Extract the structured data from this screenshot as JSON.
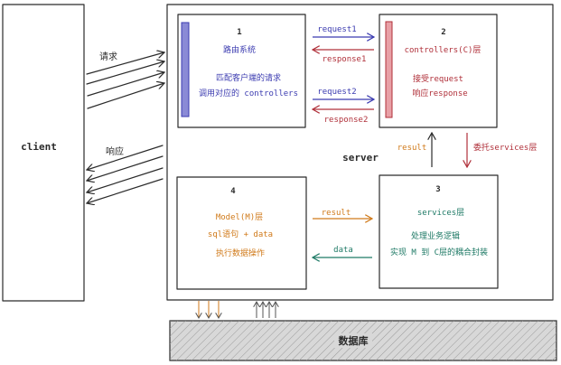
{
  "client": {
    "label": "client"
  },
  "server": {
    "label": "server"
  },
  "database": {
    "label": "数据库"
  },
  "edges": {
    "request_label": "请求",
    "response_label": "响应",
    "request1": "request1",
    "response1": "response1",
    "request2": "request2",
    "response2": "response2",
    "result_up": "result",
    "delegate": "委托services层",
    "result_right": "result",
    "data_left": "data"
  },
  "box1": {
    "number": "1",
    "title": "路由系统",
    "line1": "匹配客户端的请求",
    "line2": "调用对应的 controllers"
  },
  "box2": {
    "number": "2",
    "title": "controllers(C)层",
    "line1": "接受request",
    "line2": "响应response"
  },
  "box3": {
    "number": "3",
    "title": "services层",
    "line1": "处理业务逻辑",
    "line2": "实现 M 到 C层的耦合封装"
  },
  "box4": {
    "number": "4",
    "title": "Model(M)层",
    "line1": "sql语句 + data",
    "line2": "执行数据操作"
  },
  "colors": {
    "ink": "#2b2b2b",
    "blue": "#3b3bb0",
    "red": "#b0303a",
    "orange": "#d07a1a",
    "teal": "#1f7a66",
    "blue_fill": "#8a8ad6",
    "red_fill": "#e8a0a6",
    "db_fill": "#d8d8d8"
  }
}
